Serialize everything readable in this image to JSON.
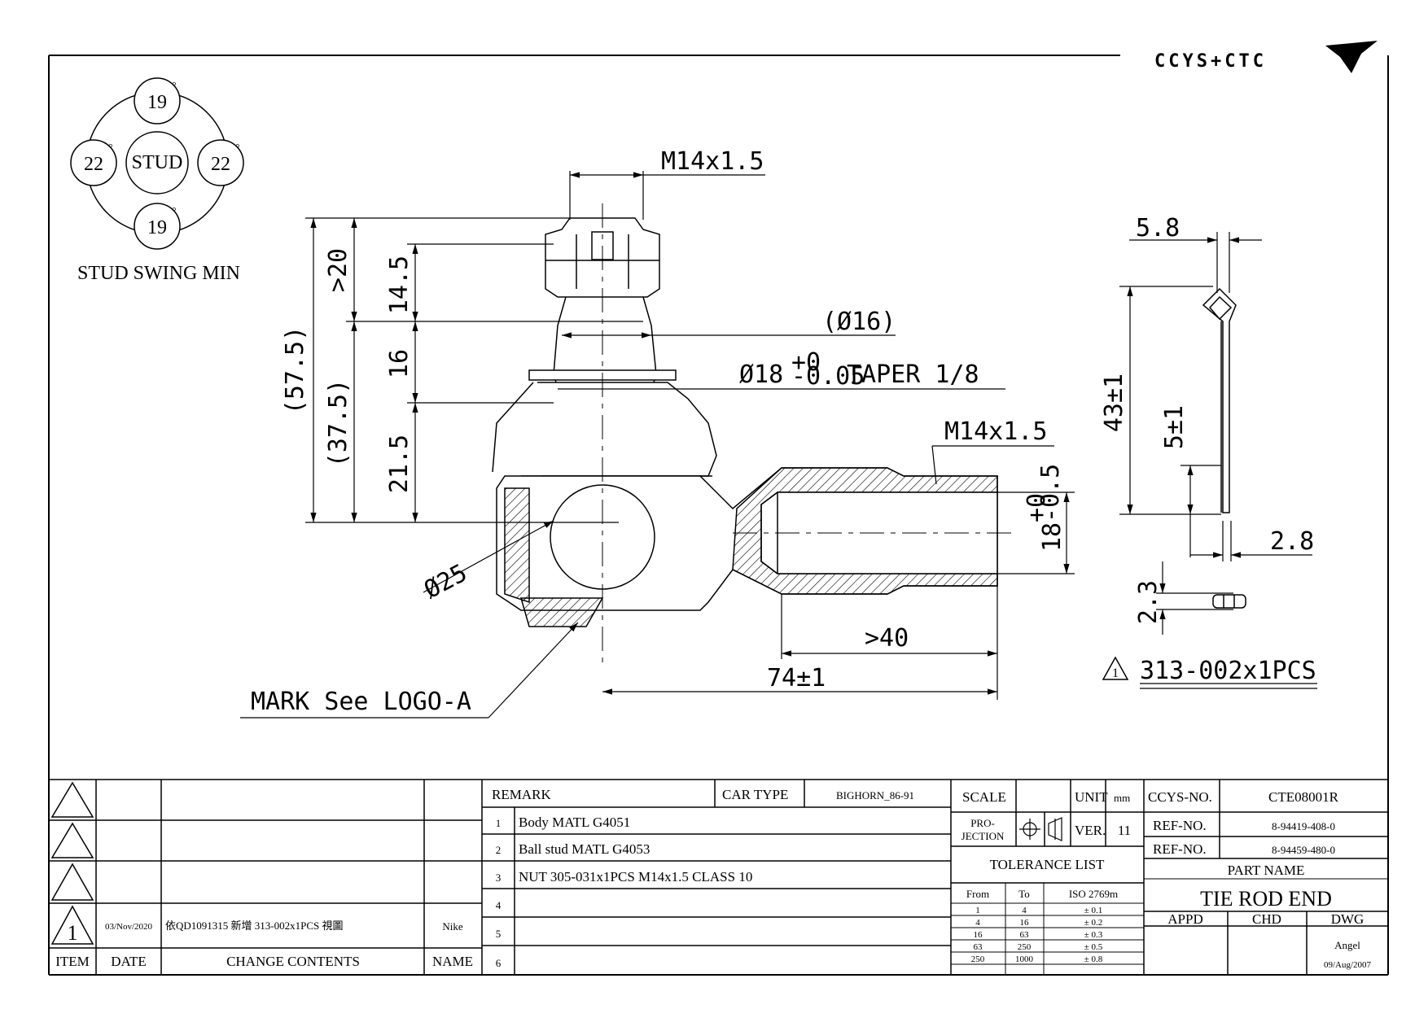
{
  "logo": {
    "text": "CCYS+CTC"
  },
  "swing": {
    "title": "STUD SWING MIN",
    "center": "STUD",
    "top": "19",
    "bottom": "19",
    "left": "22",
    "right": "22",
    "unit": "°"
  },
  "dims": {
    "thread_top": "M14x1.5",
    "d575": "(57.5)",
    "d375": "(37.5)",
    "d20": ">20",
    "d145": "14.5",
    "d16": "16",
    "d215": "21.5",
    "phi16": "(Ø16)",
    "phi18": "Ø18",
    "phi18_tol_up": "+0",
    "phi18_tol_dn": "-0.05",
    "taper": "TAPER 1/8",
    "thread_side": "M14x1.5",
    "d18": "18",
    "d18_tol_up": "+0",
    "d18_tol_dn": "-0.5",
    "phi25": "Ø25",
    "d40": ">40",
    "d74": "74±1",
    "mark": "MARK See LOGO-A"
  },
  "pin": {
    "d58": "5.8",
    "d43": "43±1",
    "d5": "5±1",
    "d28": "2.8",
    "d23": "2.3",
    "rev_num": "1",
    "part": "313-002x1PCS"
  },
  "revisions": {
    "rows": [
      {
        "num": "",
        "date": "",
        "contents": "",
        "name": ""
      },
      {
        "num": "",
        "date": "",
        "contents": "",
        "name": ""
      },
      {
        "num": "",
        "date": "",
        "contents": "",
        "name": ""
      },
      {
        "num": "1",
        "date": "03/Nov/2020",
        "contents": "依QD1091315 新增 313-002x1PCS 視圖",
        "name": "Nike"
      }
    ],
    "headers": {
      "item": "ITEM",
      "date": "DATE",
      "contents": "CHANGE CONTENTS",
      "name": "NAME"
    }
  },
  "remarks": {
    "label": "REMARK",
    "car_type_label": "CAR TYPE",
    "car_type": "BIGHORN_86-91",
    "items": [
      {
        "n": "1",
        "text": "Body MATL G4051"
      },
      {
        "n": "2",
        "text": "Ball stud MATL G4053"
      },
      {
        "n": "3",
        "text": "NUT 305-031x1PCS M14x1.5 CLASS 10"
      },
      {
        "n": "4",
        "text": ""
      },
      {
        "n": "5",
        "text": ""
      },
      {
        "n": "6",
        "text": ""
      }
    ]
  },
  "scale": {
    "scale_label": "SCALE",
    "scale_value": "",
    "unit_label": "UNIT",
    "unit_value": "mm",
    "projection_label_1": "PRO-",
    "projection_label_2": "JECTION",
    "ver_label": "VER.",
    "ver_value": "11",
    "tolerance_title": "TOLERANCE LIST",
    "tol_headers": [
      "From",
      "To",
      "ISO 2769m"
    ],
    "tol_rows": [
      [
        "1",
        "4",
        "± 0.1"
      ],
      [
        "4",
        "16",
        "± 0.2"
      ],
      [
        "16",
        "63",
        "± 0.3"
      ],
      [
        "63",
        "250",
        "± 0.5"
      ],
      [
        "250",
        "1000",
        "± 0.8"
      ]
    ]
  },
  "partinfo": {
    "ccys_label": "CCYS-NO.",
    "ccys_no": "CTE08001R",
    "ref_label": "REF-NO.",
    "ref1": "8-94419-408-0",
    "ref2": "8-94459-480-0",
    "part_name_label": "PART NAME",
    "part_name": "TIE ROD END",
    "appd": "APPD",
    "chd": "CHD",
    "dwg": "DWG",
    "dwg_name": "Angel",
    "dwg_date": "09/Aug/2007"
  }
}
